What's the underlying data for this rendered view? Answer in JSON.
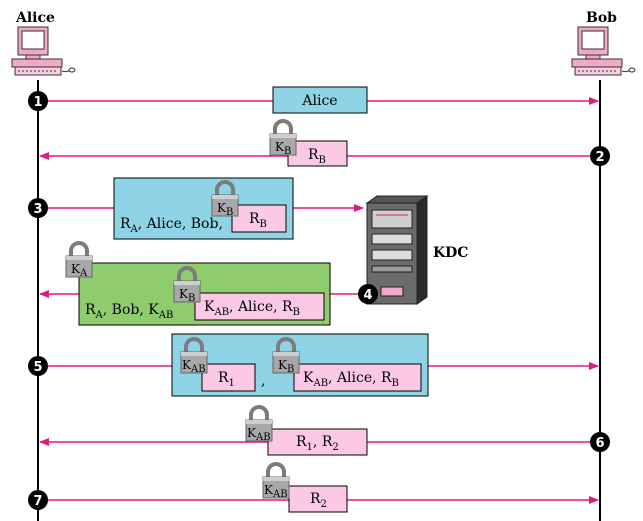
{
  "parties": {
    "alice": "Alice",
    "bob": "Bob",
    "kdc": "KDC"
  },
  "steps": [
    "1",
    "2",
    "3",
    "4",
    "5",
    "6",
    "7"
  ],
  "keys": {
    "kb": {
      "base": "K",
      "sub": "B"
    },
    "ka": {
      "base": "K",
      "sub": "A"
    },
    "kab": {
      "base": "K",
      "sub": "AB"
    }
  },
  "messages": {
    "m1": "Alice",
    "m2": {
      "base": "R",
      "sub": "B"
    },
    "m3_outer": {
      "p1": "R",
      "p1sub": "A",
      "p2": ", Alice, Bob,"
    },
    "m3_inner": {
      "base": "R",
      "sub": "B"
    },
    "m4_outer": {
      "p1": "R",
      "p1sub": "A",
      "p2": ", Bob, K",
      "p2sub": "AB"
    },
    "m4_inner": {
      "p1": "K",
      "p1sub": "AB",
      "p2": ", Alice, R",
      "p2sub": "B"
    },
    "m5_left": {
      "base": "R",
      "sub": "1"
    },
    "m5_sep": ",",
    "m5_right": {
      "p1": "K",
      "p1sub": "AB",
      "p2": ", Alice, R",
      "p2sub": "B"
    },
    "m6": {
      "p1": "R",
      "p1sub": "1",
      "p2": ", R",
      "p2sub": "2"
    },
    "m7": {
      "base": "R",
      "sub": "2"
    }
  },
  "colors": {
    "arrow": "#e0197e",
    "blue_box": "#8fd3e6",
    "green_box": "#8fcc6e",
    "pink_box": "#fbc9e3",
    "lock_gray": "#a8a8a8",
    "computer_pink": "#f1a9c8"
  }
}
